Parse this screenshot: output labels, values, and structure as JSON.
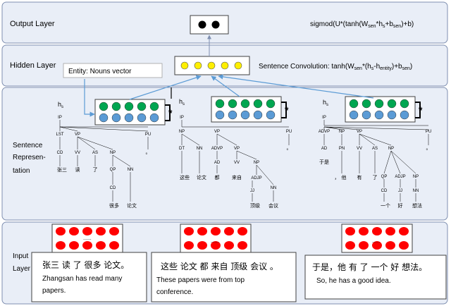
{
  "layers": {
    "output": "Output Layer",
    "hidden": "Hidden Layer",
    "sentence_line1": "Sentence",
    "sentence_line2": "Represen-",
    "sentence_line3": "tation",
    "input_line1": "Input",
    "input_line2": "Layer"
  },
  "formulas": {
    "output_sigmoid": "sigmod(U*(tanh(W",
    "output_sen": "sen",
    "output_times_h": "*h",
    "output_s": "s",
    "output_plus_b": "+b",
    "output_close": ")+b)",
    "sentence_conv": "Sentence Convolution: tanh(W",
    "conv_sen": "sen",
    "conv_h": "*(h",
    "conv_s": "s",
    "conv_minus_h": "-h",
    "conv_entity": "entity",
    "conv_plus_b": ")+b",
    "conv_sen2": "sen",
    "conv_close": ")"
  },
  "entity_label": "Entity: Nouns vector",
  "hs_labels": [
    "h",
    "h",
    "h"
  ],
  "hs_sub": "s",
  "star": "*",
  "dots": "......",
  "trees": [
    {
      "tags_row1": [
        "IP"
      ],
      "tags_row2": [
        "LST",
        "VP",
        "PU"
      ],
      "tags_row3": [
        "CD",
        "VV",
        "AS",
        "NP"
      ],
      "tags_row4": [
        "QP",
        "NN"
      ],
      "tags_row5": [
        "CD"
      ],
      "words": [
        "张三",
        "读",
        "了",
        "很多",
        "论文",
        "。"
      ]
    },
    {
      "tags_row1": [
        "IP"
      ],
      "tags_row2": [
        "NP",
        "VP",
        "PU"
      ],
      "tags_row3": [
        "DT",
        "NN",
        "ADVP",
        "VP"
      ],
      "tags_row4": [
        "AD",
        "VV",
        "NP"
      ],
      "tags_row5": [
        "ADJP",
        "NN"
      ],
      "tags_row6": [
        "JJ"
      ],
      "words": [
        "这些",
        "论文",
        "都",
        "来自",
        "顶级",
        "会议",
        "。"
      ]
    },
    {
      "tags_row1": [
        "IP"
      ],
      "tags_row2": [
        "ADVP",
        "NP",
        "VP",
        "PU"
      ],
      "tags_row3": [
        "AD",
        "PN",
        "VV",
        "AS",
        "NP"
      ],
      "tags_row4": [
        "QP",
        "ADJP",
        "NP"
      ],
      "tags_row5": [
        "CD",
        "JJ",
        "NN"
      ],
      "words": [
        "于是",
        "，",
        "他",
        "有",
        "了",
        "一个",
        "好",
        "想法",
        "。"
      ]
    }
  ],
  "inputs": [
    {
      "cn": "张三 读 了 很多 论文。",
      "en1": "Zhangsan has read many",
      "en2": "papers."
    },
    {
      "cn": "这些 论文 都 来自 顶级 会议 。",
      "en1": "These   papers   were   from   top",
      "en2": "conference."
    },
    {
      "cn": "于是，他 有 了 一个 好 想法。",
      "en1": "So, he has a good idea.",
      "en2": ""
    }
  ],
  "colors": {
    "panel_fill": "#e9eef7",
    "panel_stroke": "#7f8fb0",
    "output_node": "#000000",
    "hidden_node": "#ffef00",
    "green_node": "#00a651",
    "blue_node": "#5b9bd5",
    "red_node": "#ff0000",
    "word_blue": "#3f48cc",
    "arrow": "#5b9bd5"
  }
}
